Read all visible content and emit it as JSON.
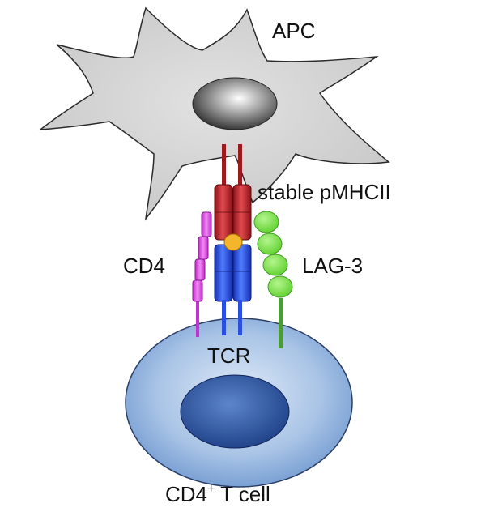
{
  "labels": {
    "apc": "APC",
    "pmhc": "stable pMHCII",
    "cd4": "CD4",
    "lag3": "LAG-3",
    "tcr": "TCR",
    "tcell_prefix": "CD4",
    "tcell_sup": "+",
    "tcell_suffix": " T cell"
  },
  "colors": {
    "apc_body": "#d9d9d9",
    "mhc": "#b32027",
    "tcr": "#2456e8",
    "cd4": "#d944e0",
    "lag3": "#7be34a",
    "lag3_stem": "#4b9b3a",
    "peptide": "#f2b52b",
    "tcell": "#8fb4e0",
    "nucleus": "#2b55a6"
  }
}
